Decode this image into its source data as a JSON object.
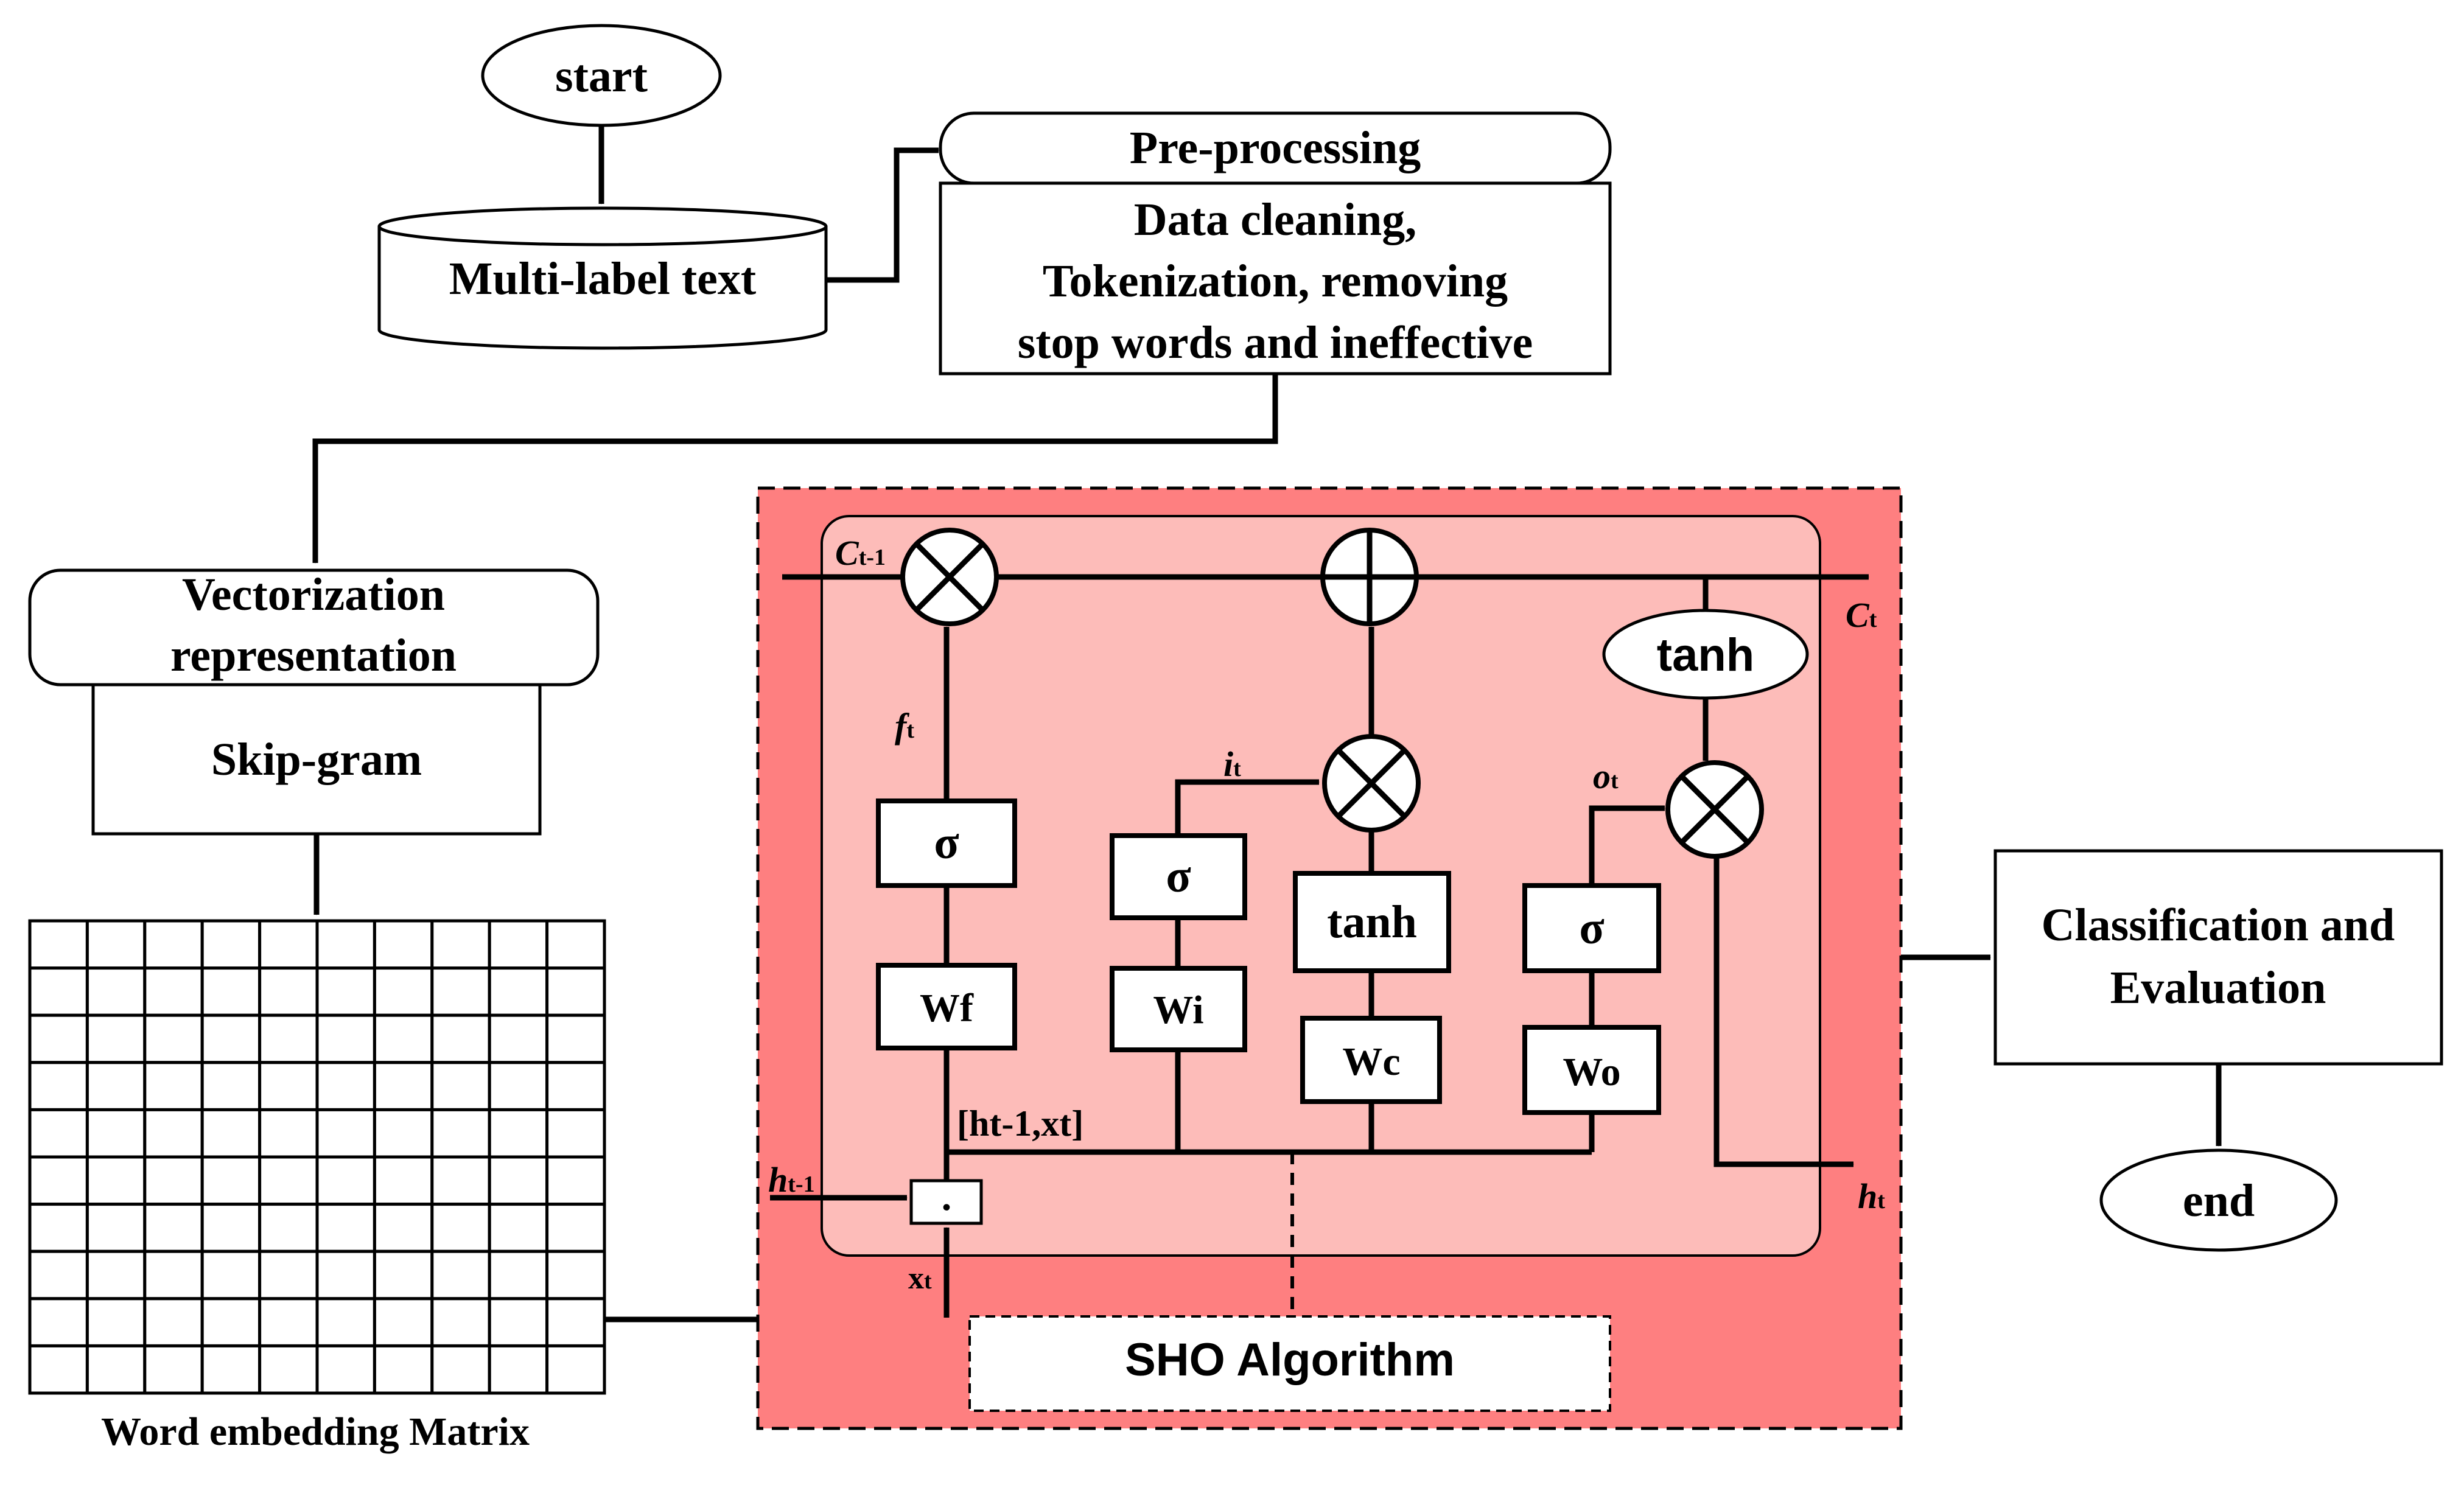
{
  "flow": {
    "start": "start",
    "end": "end",
    "input_data": "Multi-label text",
    "preprocessing": {
      "title": "Pre-processing",
      "steps": [
        "Data cleaning,",
        "Tokenization, removing",
        "stop words and ineffective"
      ]
    },
    "vectorization": {
      "title_lines": [
        "Vectorization",
        "representation"
      ],
      "method": "Skip-gram"
    },
    "embedding_caption": "Word embedding Matrix",
    "classification_lines": [
      "Classification and",
      "Evaluation"
    ]
  },
  "lstm": {
    "cell_in": {
      "main": "C",
      "sub": "t-1"
    },
    "cell_out": {
      "main": "C",
      "sub": "t"
    },
    "hidden_in": {
      "main": "h",
      "sub": "t-1"
    },
    "hidden_out": {
      "main": "h",
      "sub": "t"
    },
    "input_x": {
      "main": "x",
      "sub": "t"
    },
    "forget_signal": {
      "main": "f",
      "sub": "t"
    },
    "input_signal": {
      "main": "i",
      "sub": "t"
    },
    "output_signal": {
      "main": "o",
      "sub": "t"
    },
    "sigma": "σ",
    "tanh": "tanh",
    "concat_label": "[ht-1,xt]",
    "concat_dot": ".",
    "weights": {
      "forget": "Wf",
      "input": "Wi",
      "candidate": "Wc",
      "output": "Wo"
    }
  },
  "optimizer": "SHO Algorithm",
  "colors": {
    "outer_panel": "#fe7f80",
    "inner_panel": "#fdbcb9",
    "line": "#000000",
    "box_fill": "#ffffff"
  }
}
